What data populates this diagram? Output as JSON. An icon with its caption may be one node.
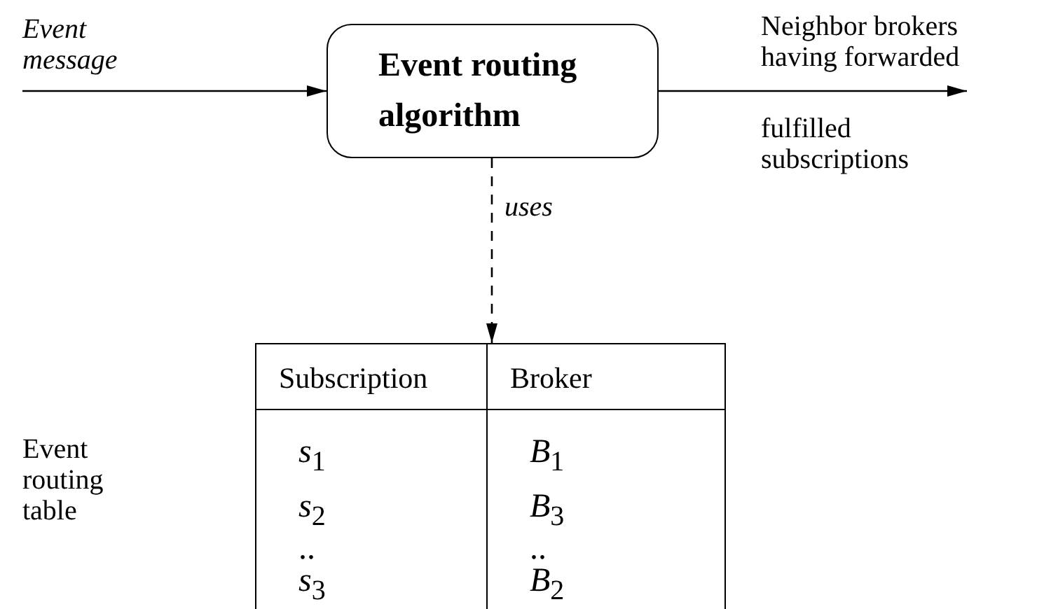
{
  "diagram": {
    "nodes": [
      {
        "text": [
          "Event routing algorithm"
        ]
      },
      {
        "text": [
          "Subscription",
          "Broker",
          "*s*$_{1}$",
          "*B*$_{1}$",
          "*s*$_{2}$",
          "*B*$_{3}$",
          "..",
          "..",
          "*s*$_{3}$",
          "*B*$_{2}$"
        ]
      }
    ],
    "edges": [
      {
        "from": null,
        "to": 0,
        "arrow": "to",
        "label": "Event message"
      },
      {
        "from": 0,
        "to": null,
        "arrow": "to",
        "label": "Neighbor brokers having forwarded"
      },
      {
        "from": 0,
        "to": 1,
        "arrow": "to",
        "style": "dashed",
        "label": "uses"
      }
    ],
    "labels": [
      "fulfilled subscriptions",
      "Event routing table"
    ]
  }
}
